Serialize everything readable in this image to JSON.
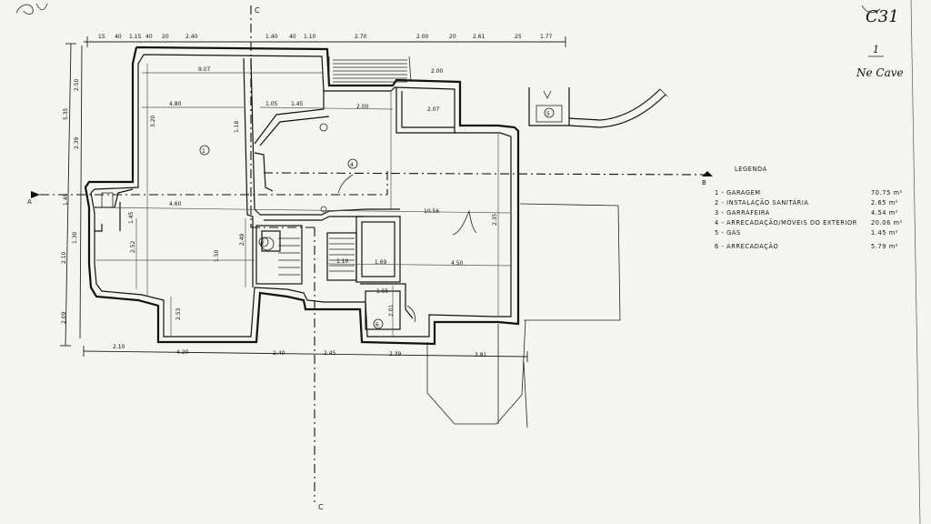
{
  "sheet": {
    "number": "C31",
    "scale_ref": "1",
    "annotation": "Ne Cave",
    "corner_scribble": "Sd"
  },
  "section_marks": {
    "a": "A",
    "b": "B",
    "c_top": "C",
    "c_bottom": "C"
  },
  "rooms": [
    {
      "id": "1",
      "name": "GARAGEM"
    },
    {
      "id": "2",
      "name": "INSTALAÇÃO SANITÁRIA"
    },
    {
      "id": "3",
      "name": "GARRAFEIRA"
    },
    {
      "id": "4",
      "name": "ARRECADAÇÃO/MÓVEIS DO EXTERIOR"
    },
    {
      "id": "5",
      "name": "GÁS"
    },
    {
      "id": "6",
      "name": "ARRECADAÇÃO"
    }
  ],
  "legend": {
    "title": "LEGENDA",
    "items": [
      {
        "label": "1 - GARAGEM",
        "area": "70.75 m²"
      },
      {
        "label": "2 - INSTALAÇÃO SANITÁRIA",
        "area": "2.65 m²"
      },
      {
        "label": "3 - GARRAFEIRA",
        "area": "4.54 m²"
      },
      {
        "label": "4 - ARRECADAÇÃO/MÓVEIS DO EXTERIOR",
        "area": "20.06 m²"
      },
      {
        "label": "5 - GÁS",
        "area": "1.45 m²"
      },
      {
        "label": "6 - ARRECADAÇÃO",
        "area": "5.79 m²"
      }
    ]
  },
  "dimensions": {
    "top_chain": [
      "15",
      "40",
      "1.15",
      "40",
      "20",
      "2.40",
      "1.40",
      "40",
      "1.10",
      "2.70",
      "2.00",
      "20",
      "2.61",
      "25",
      "1.77"
    ],
    "bottom_chain": [
      "2.10",
      "4.20",
      "2.40",
      "2.45",
      "2.39",
      "3.81"
    ],
    "left_chain": [
      "5.35",
      "2.50",
      "2.39",
      "1.45",
      "2.10",
      "1.30",
      "2.09"
    ],
    "interior": [
      "9.07",
      "4.80",
      "3.20",
      "1.05",
      "1.45",
      "2.00",
      "2.07",
      "2.00",
      "4.60",
      "1.45",
      "10.56",
      "2.35",
      "1.10",
      "1.50",
      "1.69",
      "4.50",
      "2.52",
      "2.49",
      "1.55",
      "2.01",
      "1.18",
      "2.53"
    ]
  }
}
